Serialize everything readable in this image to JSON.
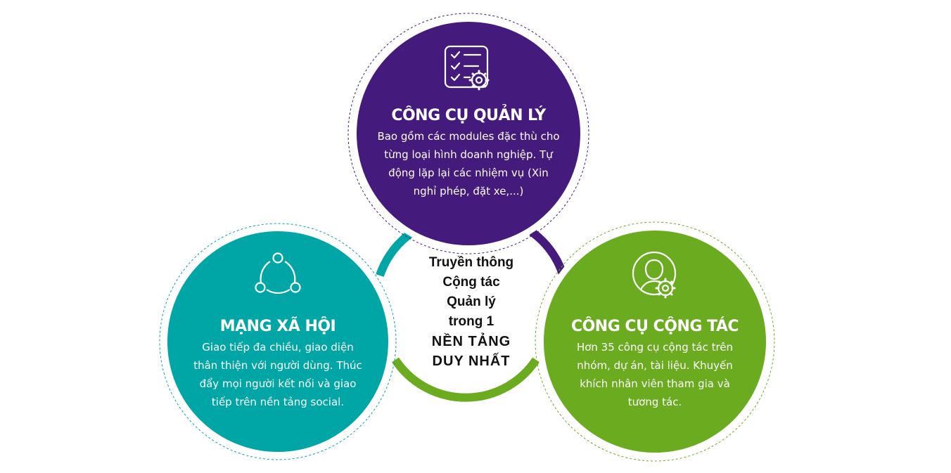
{
  "colors": {
    "purple": "#441b7d",
    "teal": "#00a6a6",
    "green": "#6aab1f",
    "ring_teal": "#00a6a6",
    "ring_purple": "#441b7d",
    "ring_green": "#6aab1f"
  },
  "top_circle": {
    "icon": "checklist-gear-icon",
    "title": "CÔNG CỤ QUẢN LÝ",
    "description": "Bao gồm các modules đặc thù cho từng loại hình doanh nghiệp. Tự động lặp lại các nhiệm vụ (Xin nghỉ phép, đặt xe,...)"
  },
  "left_circle": {
    "icon": "network-nodes-icon",
    "title": "MẠNG XÃ HỘI",
    "description": "Giao tiếp đa chiều, giao diện thân thiện với người dùng. Thúc đẩy mọi người kết nối và giao tiếp trên nền tảng social."
  },
  "right_circle": {
    "icon": "user-gear-icon",
    "title": "CÔNG CỤ CỘNG TÁC",
    "description": "Hơn 35 công cụ cộng tác trên nhóm, dự án, tài liệu. Khuyến khích nhân viên tham gia và tương tác."
  },
  "center": {
    "line1": "Truyền thông",
    "line2": "Cộng tác",
    "line3": "Quản lý",
    "line4": "trong 1",
    "line5": "NỀN TẢNG",
    "line6": "DUY NHẤT"
  }
}
